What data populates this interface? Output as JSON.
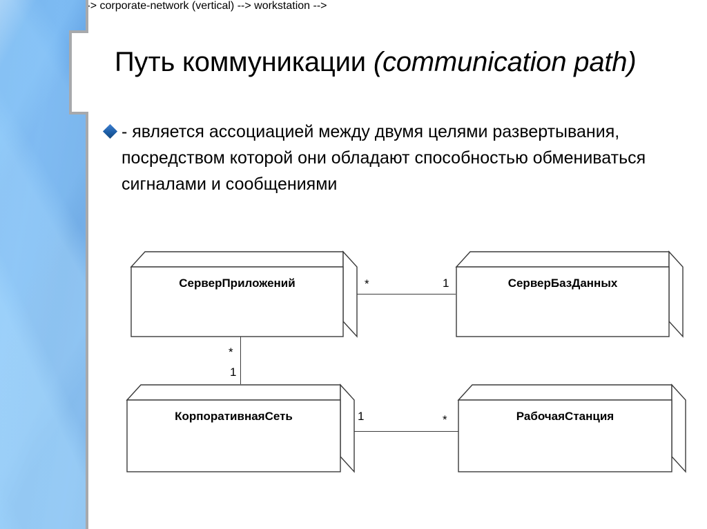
{
  "slide": {
    "title_ru": "Путь коммуникации ",
    "title_en": "(communication path)",
    "bullet_icon": "blue-diamond-bullet",
    "bullet_text": "- является ассоциацией между двумя целями развертывания, посредством которой они обладают способностью обмениваться сигналами и сообщениями"
  },
  "diagram": {
    "type": "uml-deployment",
    "nodes": [
      {
        "id": "app-server",
        "label": "СерверПриложений"
      },
      {
        "id": "database-server",
        "label": "СерверБазДанных"
      },
      {
        "id": "corporate-network",
        "label": "КорпоративнаяСеть"
      },
      {
        "id": "workstation",
        "label": "РабочаяСтанция"
      }
    ],
    "associations": [
      {
        "from": "app-server",
        "to": "database-server",
        "from_mult": "*",
        "to_mult": "1"
      },
      {
        "from": "app-server",
        "to": "corporate-network",
        "from_mult": "*",
        "to_mult": "1"
      },
      {
        "from": "corporate-network",
        "to": "workstation",
        "from_mult": "1",
        "to_mult": "*"
      }
    ]
  },
  "colors": {
    "band_blue": "#3579c9",
    "band_border": "#a7a9ac",
    "bullet": "#1d5fa8",
    "line": "#3a3a3a",
    "text": "#000000",
    "background": "#ffffff"
  }
}
